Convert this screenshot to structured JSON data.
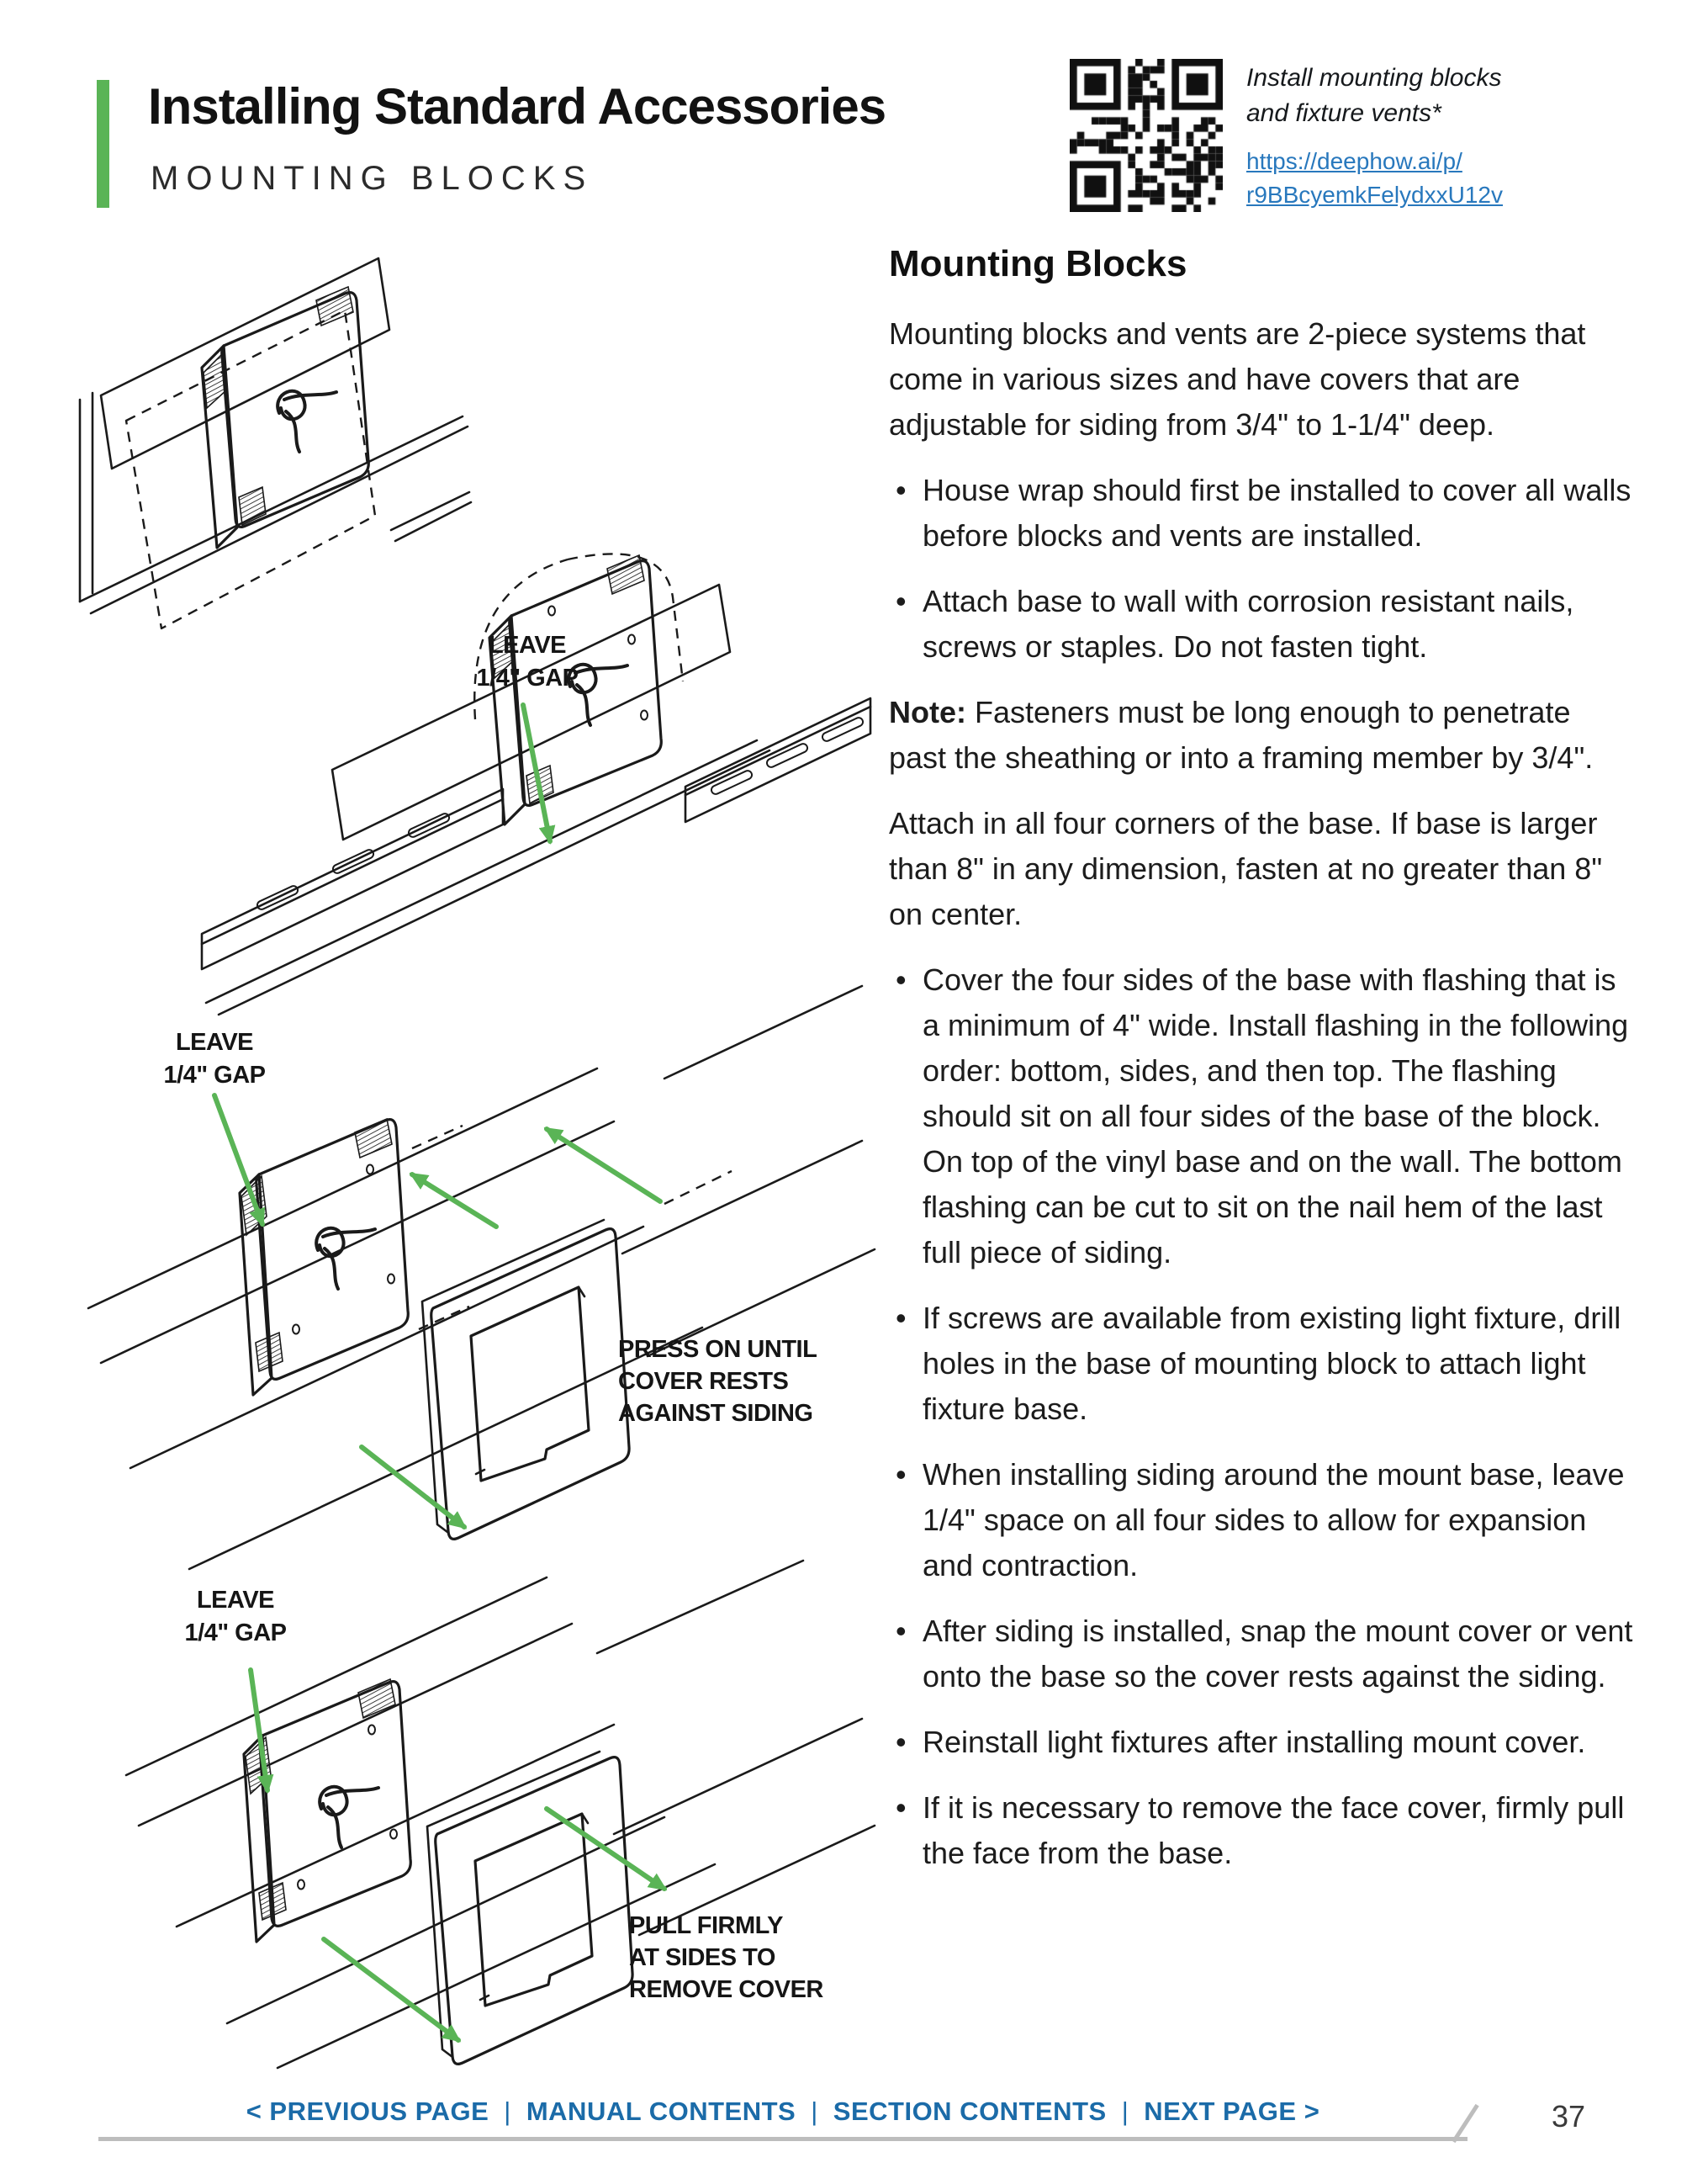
{
  "header": {
    "title": "Installing Standard Accessories",
    "subtitle": "MOUNTING BLOCKS"
  },
  "qr": {
    "caption_line1": "Install mounting blocks",
    "caption_line2": "and fixture vents*",
    "link_line1": "https://deephow.ai/p/",
    "link_line2": "r9BBcyemkFelydxxU12v"
  },
  "article": {
    "heading": "Mounting Blocks",
    "intro": "Mounting blocks and vents are 2-piece systems that come in various sizes and have covers that are adjustable for siding from 3/4\" to 1-1/4\" deep.",
    "bullets1": [
      "House wrap should first be installed to cover all walls before blocks and vents are installed.",
      "Attach base to wall with corrosion resistant nails, screws or staples. Do not fasten tight."
    ],
    "note_label": "Note:",
    "note_text": " Fasteners must be long enough to penetrate past the sheathing or into a framing member by 3/4\".",
    "para2": "Attach in all four corners of the base. If base is larger than 8\" in any dimension, fasten at no greater than 8\" on center.",
    "bullets2": [
      "Cover the four sides of the base with flashing that is a minimum of 4\" wide. Install flashing in the following order: bottom, sides, and then top. The flashing should sit on all four sides of the base of the block. On top of the vinyl base and on the wall. The bottom flashing can be cut to sit on the nail hem of the last full piece of siding.",
      "If screws are available from existing light fixture, drill holes in the base of mounting block to attach light fixture base.",
      "When installing siding around the mount base, leave 1/4\" space on all four sides to allow for expansion and contraction.",
      "After siding is installed, snap the mount cover or vent onto the base so the cover rests against the siding.",
      "Reinstall light fixtures after installing mount cover.",
      "If it is necessary to remove the face cover, firmly pull the face from the base."
    ]
  },
  "labels": {
    "gap_line1": "LEAVE",
    "gap_line2": "1/4\" GAP",
    "press_line1": "PRESS ON UNTIL",
    "press_line2": "COVER RESTS",
    "press_line3": "AGAINST SIDING",
    "pull_line1": "PULL FIRMLY",
    "pull_line2": "AT SIDES TO",
    "pull_line3": "REMOVE COVER"
  },
  "footer": {
    "links": [
      "< PREVIOUS PAGE",
      "MANUAL CONTENTS",
      "SECTION CONTENTS",
      "NEXT PAGE >"
    ],
    "separator": "|",
    "page_number": "37"
  },
  "colors": {
    "accent_green": "#5ab456",
    "footer_link_blue": "#1b6ba8",
    "qr_link_blue": "#2878bd",
    "rule_gray": "#bdbdbd"
  }
}
